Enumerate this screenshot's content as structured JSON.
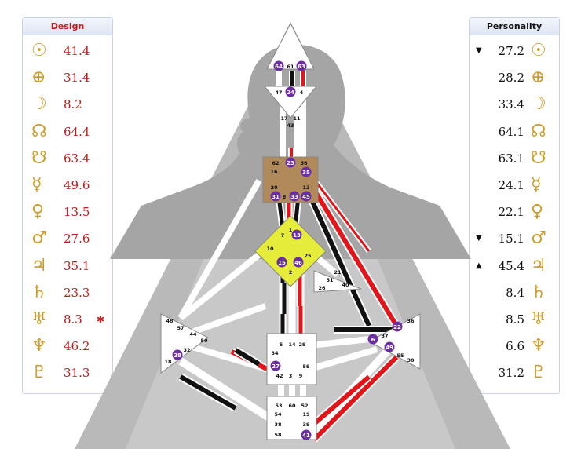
{
  "design": {
    "title": "Design",
    "rows": [
      {
        "glyph": "☉",
        "icon": "sun-icon",
        "value": "41.4",
        "mark": ""
      },
      {
        "glyph": "⊕",
        "icon": "earth-icon",
        "value": "31.4",
        "mark": ""
      },
      {
        "glyph": "☽",
        "icon": "moon-icon",
        "value": "8.2",
        "mark": ""
      },
      {
        "glyph": "☊",
        "icon": "north-node-icon",
        "value": "64.4",
        "mark": ""
      },
      {
        "glyph": "☋",
        "icon": "south-node-icon",
        "value": "63.4",
        "mark": ""
      },
      {
        "glyph": "☿",
        "icon": "mercury-icon",
        "value": "49.6",
        "mark": ""
      },
      {
        "glyph": "♀",
        "icon": "venus-icon",
        "value": "13.5",
        "mark": ""
      },
      {
        "glyph": "♂",
        "icon": "mars-icon",
        "value": "27.6",
        "mark": ""
      },
      {
        "glyph": "♃",
        "icon": "jupiter-icon",
        "value": "35.1",
        "mark": ""
      },
      {
        "glyph": "♄",
        "icon": "saturn-icon",
        "value": "23.3",
        "mark": ""
      },
      {
        "glyph": "♅",
        "icon": "uranus-icon",
        "value": "8.3",
        "mark": "✱"
      },
      {
        "glyph": "♆",
        "icon": "neptune-icon",
        "value": "46.2",
        "mark": ""
      },
      {
        "glyph": "♇",
        "icon": "pluto-icon",
        "value": "31.3",
        "mark": ""
      }
    ]
  },
  "personality": {
    "title": "Personality",
    "rows": [
      {
        "glyph": "☉",
        "icon": "sun-icon",
        "value": "27.2",
        "mark": "▼"
      },
      {
        "glyph": "⊕",
        "icon": "earth-icon",
        "value": "28.2",
        "mark": ""
      },
      {
        "glyph": "☽",
        "icon": "moon-icon",
        "value": "33.4",
        "mark": ""
      },
      {
        "glyph": "☊",
        "icon": "north-node-icon",
        "value": "64.1",
        "mark": ""
      },
      {
        "glyph": "☋",
        "icon": "south-node-icon",
        "value": "63.1",
        "mark": ""
      },
      {
        "glyph": "☿",
        "icon": "mercury-icon",
        "value": "24.1",
        "mark": ""
      },
      {
        "glyph": "♀",
        "icon": "venus-icon",
        "value": "22.1",
        "mark": ""
      },
      {
        "glyph": "♂",
        "icon": "mars-icon",
        "value": "15.1",
        "mark": "▼"
      },
      {
        "glyph": "♃",
        "icon": "jupiter-icon",
        "value": "45.4",
        "mark": "▲"
      },
      {
        "glyph": "♄",
        "icon": "saturn-icon",
        "value": "8.4",
        "mark": ""
      },
      {
        "glyph": "♅",
        "icon": "uranus-icon",
        "value": "8.5",
        "mark": ""
      },
      {
        "glyph": "♆",
        "icon": "neptune-icon",
        "value": "6.6",
        "mark": ""
      },
      {
        "glyph": "♇",
        "icon": "pluto-icon",
        "value": "31.2",
        "mark": ""
      }
    ]
  },
  "colors": {
    "design": "#c21a1a",
    "glyph": "#d09c28",
    "ajna": "#e6ec3a",
    "head_center": "#b08a5a",
    "highlight_gate": "#6b2fa3",
    "channel_black": "#111111",
    "channel_red": "#e0161b"
  },
  "centers": {
    "head": {
      "gates": [
        "64",
        "61",
        "63"
      ]
    },
    "ajna": {
      "gates": [
        "47",
        "24",
        "4"
      ]
    },
    "throat": {
      "gates": [
        "17",
        "11",
        "43",
        "62",
        "23",
        "56",
        "16",
        "35",
        "20",
        "12",
        "31",
        "8",
        "33",
        "45"
      ]
    },
    "g": {
      "gates": [
        "1",
        "7",
        "13",
        "10",
        "25",
        "15",
        "46",
        "2"
      ]
    },
    "ego": {
      "gates": [
        "21",
        "51",
        "26",
        "40"
      ]
    },
    "spleen": {
      "gates": [
        "48",
        "57",
        "44",
        "50",
        "32",
        "28",
        "18"
      ]
    },
    "sacral": {
      "gates": [
        "5",
        "14",
        "29",
        "34",
        "27",
        "59",
        "42",
        "3",
        "9"
      ]
    },
    "solar": {
      "gates": [
        "36",
        "22",
        "6",
        "37",
        "49",
        "55",
        "30"
      ]
    },
    "root": {
      "gates": [
        "53",
        "60",
        "52",
        "54",
        "19",
        "38",
        "39",
        "58",
        "41"
      ]
    }
  }
}
